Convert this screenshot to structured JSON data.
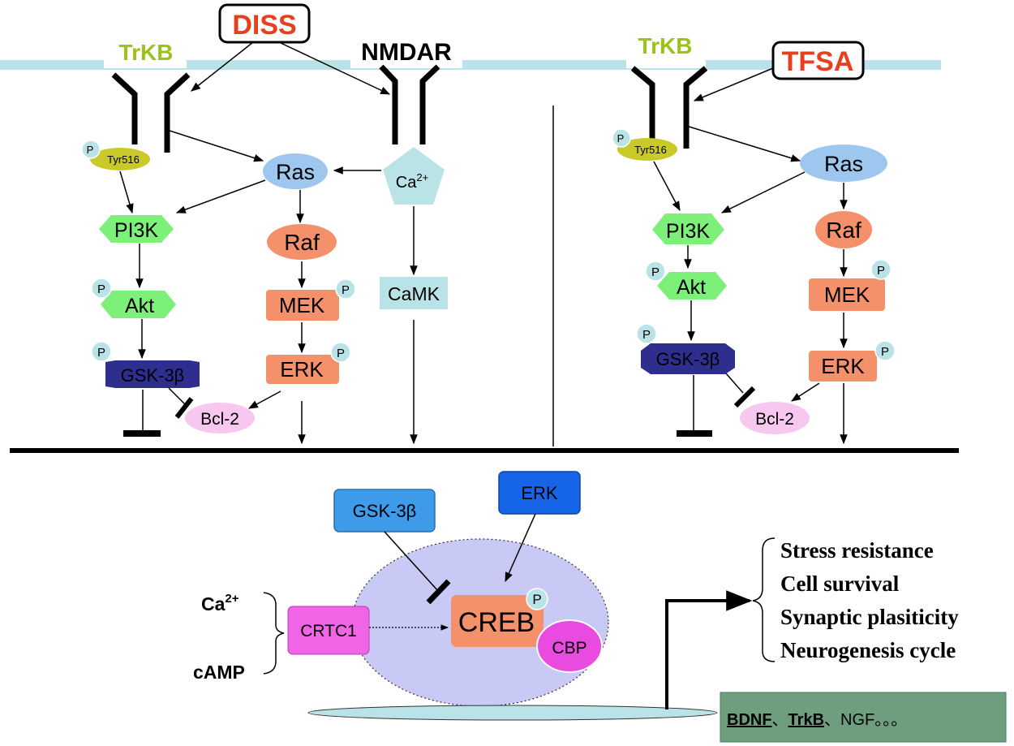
{
  "top_left": {
    "drug": "DISS",
    "trkb": "TrKB",
    "nmdar": "NMDAR",
    "p": "P",
    "tyr": "Tyr516",
    "ras": "Ras",
    "ca": "Ca",
    "ca_sup": "2+",
    "pi3k": "PI3K",
    "raf": "Raf",
    "camk": "CaMK",
    "akt": "Akt",
    "mek": "MEK",
    "gsk": "GSK-3β",
    "erk": "ERK",
    "bcl2": "Bcl-2"
  },
  "top_right": {
    "drug": "TFSA",
    "trkb": "TrKB",
    "p": "P",
    "tyr": "Tyr516",
    "ras": "Ras",
    "pi3k": "PI3K",
    "raf": "Raf",
    "akt": "Akt",
    "mek": "MEK",
    "gsk": "GSK-3β",
    "erk": "ERK",
    "bcl2": "Bcl-2"
  },
  "nucleus": {
    "gsk": "GSK-3β",
    "erk": "ERK",
    "ca": "Ca",
    "ca_sup": "2+",
    "camp": "cAMP",
    "crtc1": "CRTC1",
    "creb": "CREB",
    "p": "P",
    "cbp": "CBP"
  },
  "outcomes": [
    "Stress resistance",
    "Cell survival",
    "Synaptic plasiticity",
    "Neurogenesis cycle"
  ],
  "genes": {
    "bdnf": "BDNF",
    "sep1": "、",
    "trkb": "TrkB",
    "sep2": "、NGF。。。"
  },
  "colors": {
    "membrane": "#b9e3e6",
    "trkb_label": "#9cc21c",
    "drug_text": "#e8401e",
    "tyr": "#c9c92a",
    "phospho": "#b9e3e6",
    "ras": "#9dc7ee",
    "pi3k": "#7df07a",
    "raf": "#f4906a",
    "mek": "#f4906a",
    "gsk": "#2e2e8f",
    "bcl2": "#f7c7f0",
    "camk": "#b9e3e6",
    "nucleus": "#c9c9f6",
    "gsk_nuc": "#3d9bea",
    "erk_nuc": "#1565e6",
    "crtc1": "#f064e6",
    "creb": "#f4906a",
    "cbp": "#e94ae0",
    "genes_box": "#6e9e7e"
  }
}
